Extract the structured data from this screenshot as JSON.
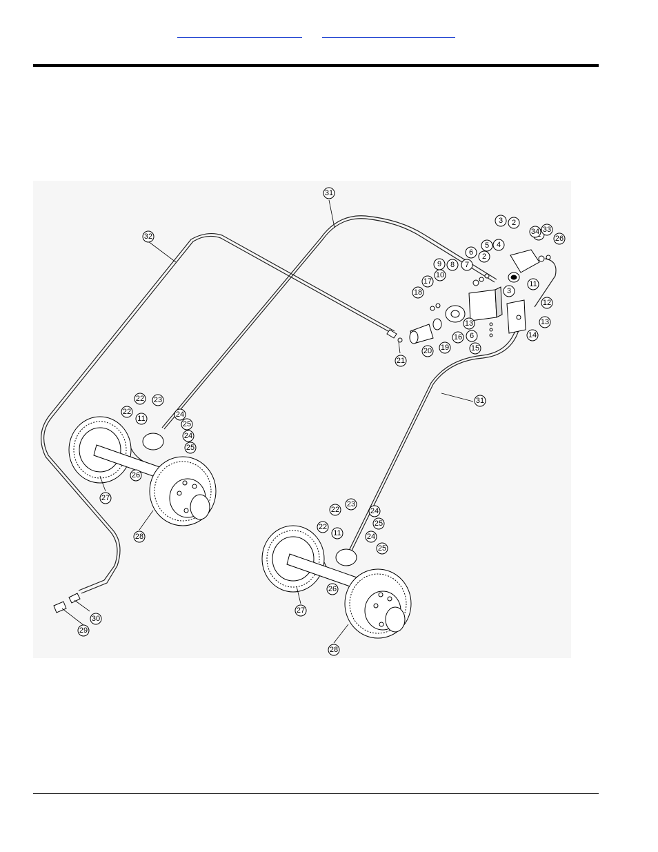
{
  "header": {
    "link_left": "",
    "link_right": ""
  },
  "diagram": {
    "callouts": [
      "1",
      "2",
      "2",
      "3",
      "3",
      "4",
      "5",
      "6",
      "6",
      "7",
      "8",
      "9",
      "10",
      "11",
      "11",
      "11",
      "12",
      "13",
      "13",
      "14",
      "15",
      "16",
      "17",
      "18",
      "19",
      "20",
      "21",
      "22",
      "22",
      "22",
      "22",
      "23",
      "23",
      "24",
      "24",
      "24",
      "24",
      "25",
      "25",
      "25",
      "25",
      "26",
      "26",
      "26",
      "27",
      "27",
      "28",
      "28",
      "29",
      "30",
      "31",
      "31",
      "32",
      "33",
      "34"
    ]
  }
}
